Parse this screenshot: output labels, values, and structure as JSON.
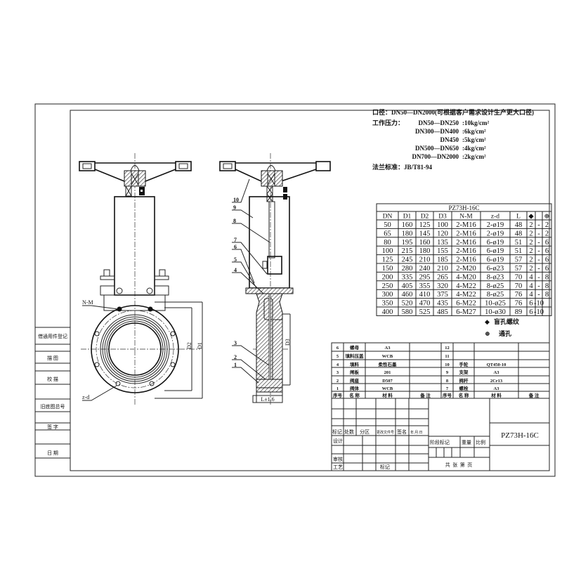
{
  "notes": {
    "line1": "口径：DN50—DN2000(可根据客户需求设计生产更大口径)",
    "line2_label": "工作压力：",
    "pressures": [
      {
        "range": "DN50—DN250",
        "value": ":10kg/cm²"
      },
      {
        "range": "DN300—DN400",
        "value": ":6kg/cm²"
      },
      {
        "range": "DN450",
        "value": ":5kg/cm²"
      },
      {
        "range": "DN500—DN650",
        "value": ":4kg/cm²"
      },
      {
        "range": "DN700—DN2000",
        "value": ":2kg/cm²"
      }
    ],
    "flange_standard": "法兰标准：JB/T81-94"
  },
  "dimension_table": {
    "title": "PZ73H-16C",
    "headers": [
      "DN",
      "D1",
      "D2",
      "D3",
      "N-M",
      "z-d",
      "L",
      "◆",
      "",
      "⊕"
    ],
    "rows": [
      [
        "50",
        "160",
        "125",
        "100",
        "2-M16",
        "2-ø19",
        "48",
        "2",
        "-",
        "2"
      ],
      [
        "65",
        "180",
        "145",
        "120",
        "2-M16",
        "2-ø19",
        "48",
        "2",
        "-",
        "2"
      ],
      [
        "80",
        "195",
        "160",
        "135",
        "2-M16",
        "6-ø19",
        "51",
        "2",
        "-",
        "6"
      ],
      [
        "100",
        "215",
        "180",
        "155",
        "2-M16",
        "6-ø19",
        "51",
        "2",
        "-",
        "6"
      ],
      [
        "125",
        "245",
        "210",
        "185",
        "2-M16",
        "6-ø19",
        "57",
        "2",
        "-",
        "6"
      ],
      [
        "150",
        "280",
        "240",
        "210",
        "2-M20",
        "6-ø23",
        "57",
        "2",
        "-",
        "6"
      ],
      [
        "200",
        "335",
        "295",
        "265",
        "4-M20",
        "8-ø23",
        "70",
        "4",
        "-",
        "8"
      ],
      [
        "250",
        "405",
        "355",
        "320",
        "4-M22",
        "8-ø25",
        "70",
        "4",
        "-",
        "8"
      ],
      [
        "300",
        "460",
        "410",
        "375",
        "4-M22",
        "8-ø25",
        "76",
        "4",
        "-",
        "8"
      ],
      [
        "350",
        "520",
        "470",
        "435",
        "6-M22",
        "10-ø25",
        "76",
        "6",
        "-10",
        ""
      ],
      [
        "400",
        "580",
        "525",
        "485",
        "6-M27",
        "10-ø30",
        "89",
        "6",
        "-10",
        ""
      ]
    ],
    "legend": [
      {
        "symbol": "◆",
        "label": "盲孔螺纹"
      },
      {
        "symbol": "⊕",
        "label": "通孔"
      }
    ]
  },
  "parts_list": {
    "header": [
      "序号",
      "名 称",
      "材 料",
      "备 注",
      "序号",
      "名 称",
      "材 料",
      "备 注"
    ],
    "rows": [
      [
        "6",
        "螺母",
        "A3",
        "",
        "12",
        "",
        "",
        ""
      ],
      [
        "5",
        "填料压盖",
        "WCB",
        "",
        "11",
        "",
        "",
        ""
      ],
      [
        "4",
        "填料",
        "柔性石墨",
        "",
        "10",
        "手轮",
        "QT450-10",
        ""
      ],
      [
        "3",
        "闸板",
        "201",
        "",
        "9",
        "支架",
        "A3",
        ""
      ],
      [
        "2",
        "阀座",
        "D507",
        "",
        "8",
        "阀杆",
        "2Cr13",
        ""
      ],
      [
        "1",
        "阀体",
        "WCB",
        "",
        "7",
        "螺栓",
        "A3",
        ""
      ]
    ]
  },
  "title_block": {
    "revision_headers": [
      "标记",
      "处数",
      "分区",
      "更改文件号",
      "签名",
      "年.月.日"
    ],
    "design": "设计",
    "review": "审核",
    "process": "工艺",
    "mark": "标记",
    "stage_mark": "阶段标记",
    "weight": "重量",
    "scale": "比例",
    "sheet": "共  张  第  页",
    "drawing_number": "PZ73H-16C"
  },
  "side_strip": [
    "借通用件登记",
    "描  图",
    "校  描",
    "旧底图总号",
    "签  字",
    "日  期"
  ],
  "drawing_labels": {
    "front": {
      "nm": "N-M",
      "zd": "z-d",
      "d2": "D2",
      "d1": "D1"
    },
    "side": {
      "parts": [
        "10",
        "9",
        "8",
        "7",
        "6",
        "5",
        "4",
        "3",
        "2",
        "1"
      ],
      "d3": "D3",
      "length": "L±1.6"
    }
  }
}
